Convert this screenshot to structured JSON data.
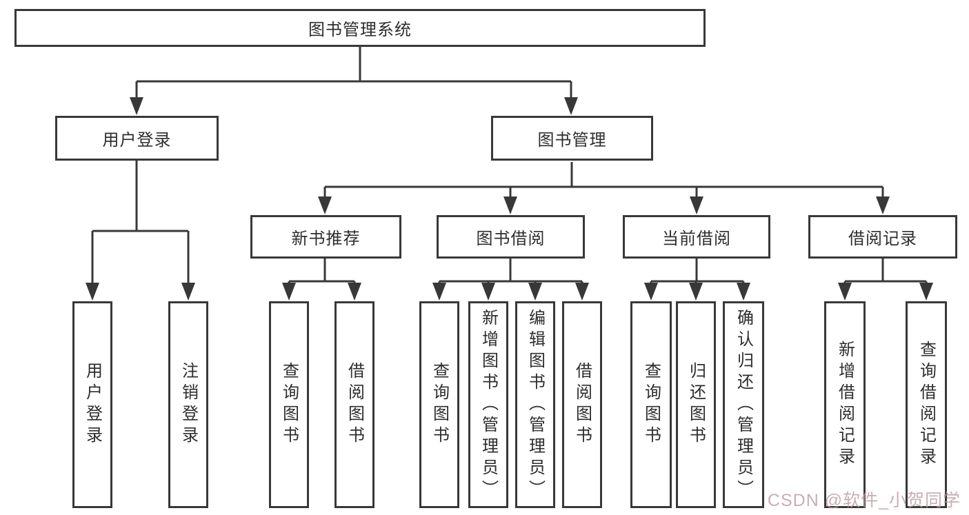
{
  "diagram": {
    "root": {
      "label": "图书管理系统",
      "children": [
        {
          "label": "用户登录",
          "children": [
            {
              "label": "用户登录"
            },
            {
              "label": "注销登录"
            }
          ]
        },
        {
          "label": "图书管理",
          "children": [
            {
              "label": "新书推荐",
              "children": [
                {
                  "label": "查询图书"
                },
                {
                  "label": "借阅图书"
                }
              ]
            },
            {
              "label": "图书借阅",
              "children": [
                {
                  "label": "查询图书"
                },
                {
                  "label": "新增图书（管理员）"
                },
                {
                  "label": "编辑图书（管理员）"
                },
                {
                  "label": "借阅图书"
                }
              ]
            },
            {
              "label": "当前借阅",
              "children": [
                {
                  "label": "查询图书"
                },
                {
                  "label": "归还图书"
                },
                {
                  "label": "确认归还（管理员）"
                }
              ]
            },
            {
              "label": "借阅记录",
              "children": [
                {
                  "label": "新增借阅记录"
                },
                {
                  "label": "查询借阅记录"
                }
              ]
            }
          ]
        }
      ]
    },
    "watermark": {
      "text": "CSDN @软件_小贺同学"
    },
    "colors": {
      "line": "#383838",
      "text": "#2d2d2d",
      "watermark": "#bb9ba1",
      "background": "#ffffff"
    }
  }
}
